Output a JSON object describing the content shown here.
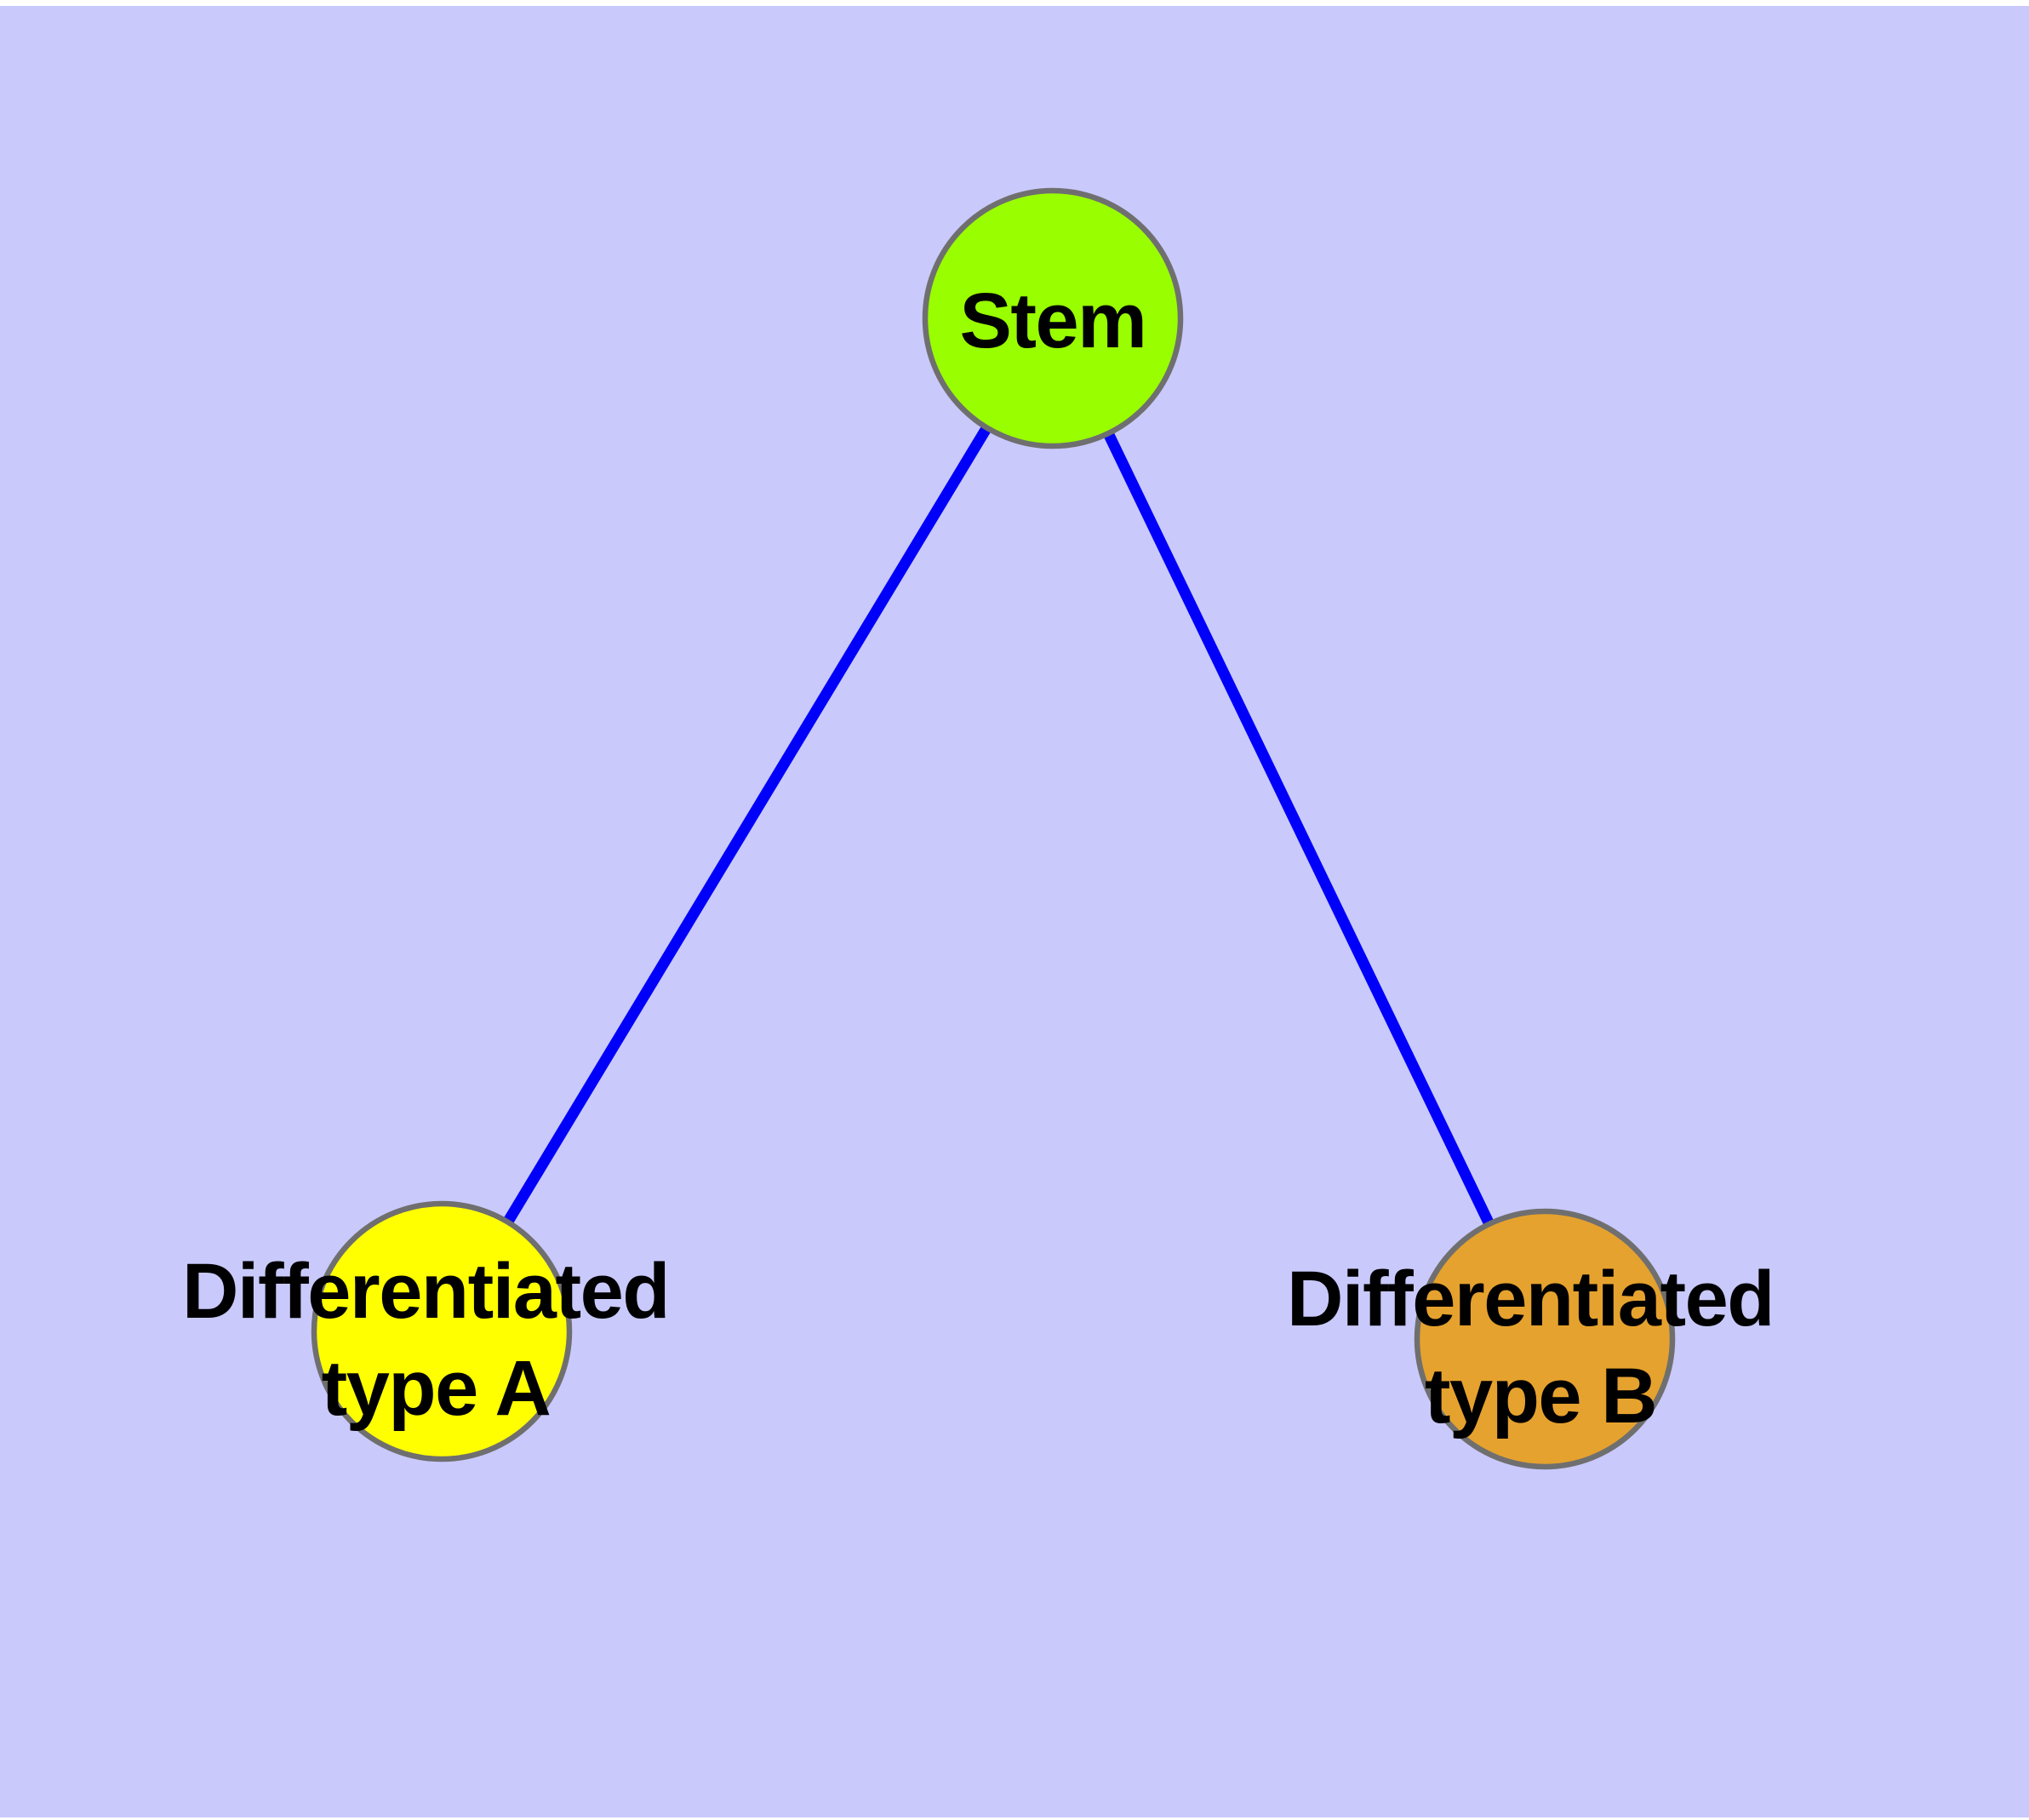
{
  "diagram": {
    "type": "node-link-graph",
    "background_color": "#c9c9fc",
    "page_color": "#ffffff",
    "text_color": "#000000",
    "edge_color": "#0000fa",
    "node_border_color": "#6f6f6f",
    "nodes": [
      {
        "id": "stem",
        "lines": [
          "Stem"
        ],
        "color": "#99fe00"
      },
      {
        "id": "type-a",
        "lines": [
          "Differentiated",
          "type A"
        ],
        "color": "#ffff00"
      },
      {
        "id": "type-b",
        "lines": [
          "Differentiated",
          "type B"
        ],
        "color": "#e6a22e"
      }
    ],
    "edges": [
      {
        "from": "stem",
        "to": "type-a"
      },
      {
        "from": "stem",
        "to": "type-b"
      }
    ]
  }
}
